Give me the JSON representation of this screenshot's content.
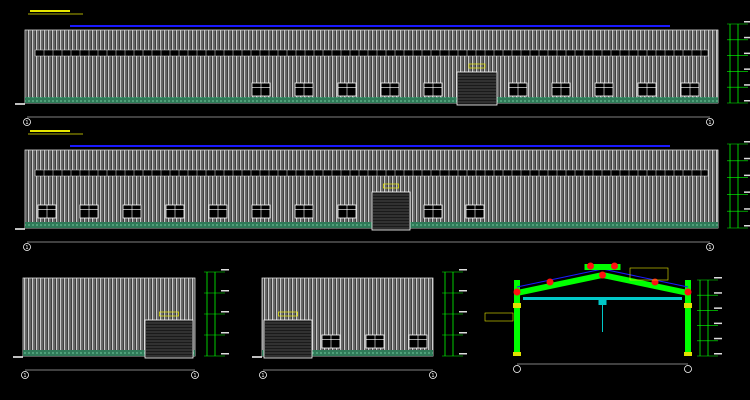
{
  "drawing": {
    "background": "#000000",
    "colors": {
      "cladding": "#b8b8b8",
      "roof_edge": "#1a1aff",
      "base_band": "#3f8f6a",
      "annotation": "#e8e800",
      "frame": "#00ff00",
      "frame_joint": "#ff1010",
      "crane_beam": "#00c8c8",
      "dimension": "#ffffff"
    },
    "axis_markers": [
      "1",
      "1",
      "1",
      "1",
      "1",
      "1",
      "1",
      "1"
    ],
    "views": [
      "front-elevation",
      "rear-elevation",
      "side-elevation-left",
      "side-elevation-right",
      "frame-section"
    ]
  }
}
